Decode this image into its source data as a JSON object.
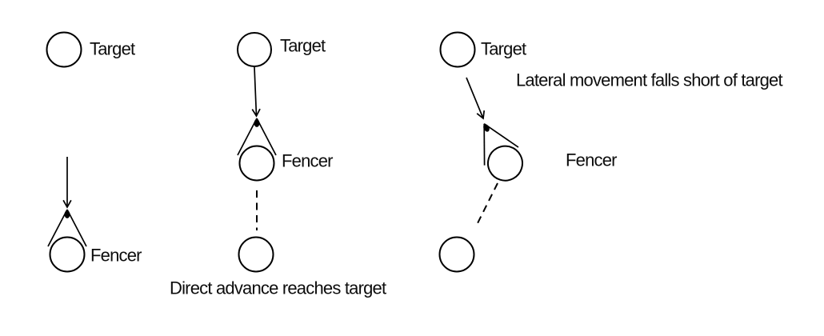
{
  "diagram": {
    "background_color": "#ffffff",
    "line_color": "#000000",
    "text_color": "#0d0d0d",
    "panels": [
      {
        "target_label": "Target",
        "fencer_label": "Fencer",
        "caption": ""
      },
      {
        "target_label": "Target",
        "fencer_label": "Fencer",
        "caption": "Direct advance reaches target"
      },
      {
        "target_label": "Target",
        "fencer_label": "Fencer",
        "caption": "Lateral movement falls short of target"
      }
    ]
  }
}
